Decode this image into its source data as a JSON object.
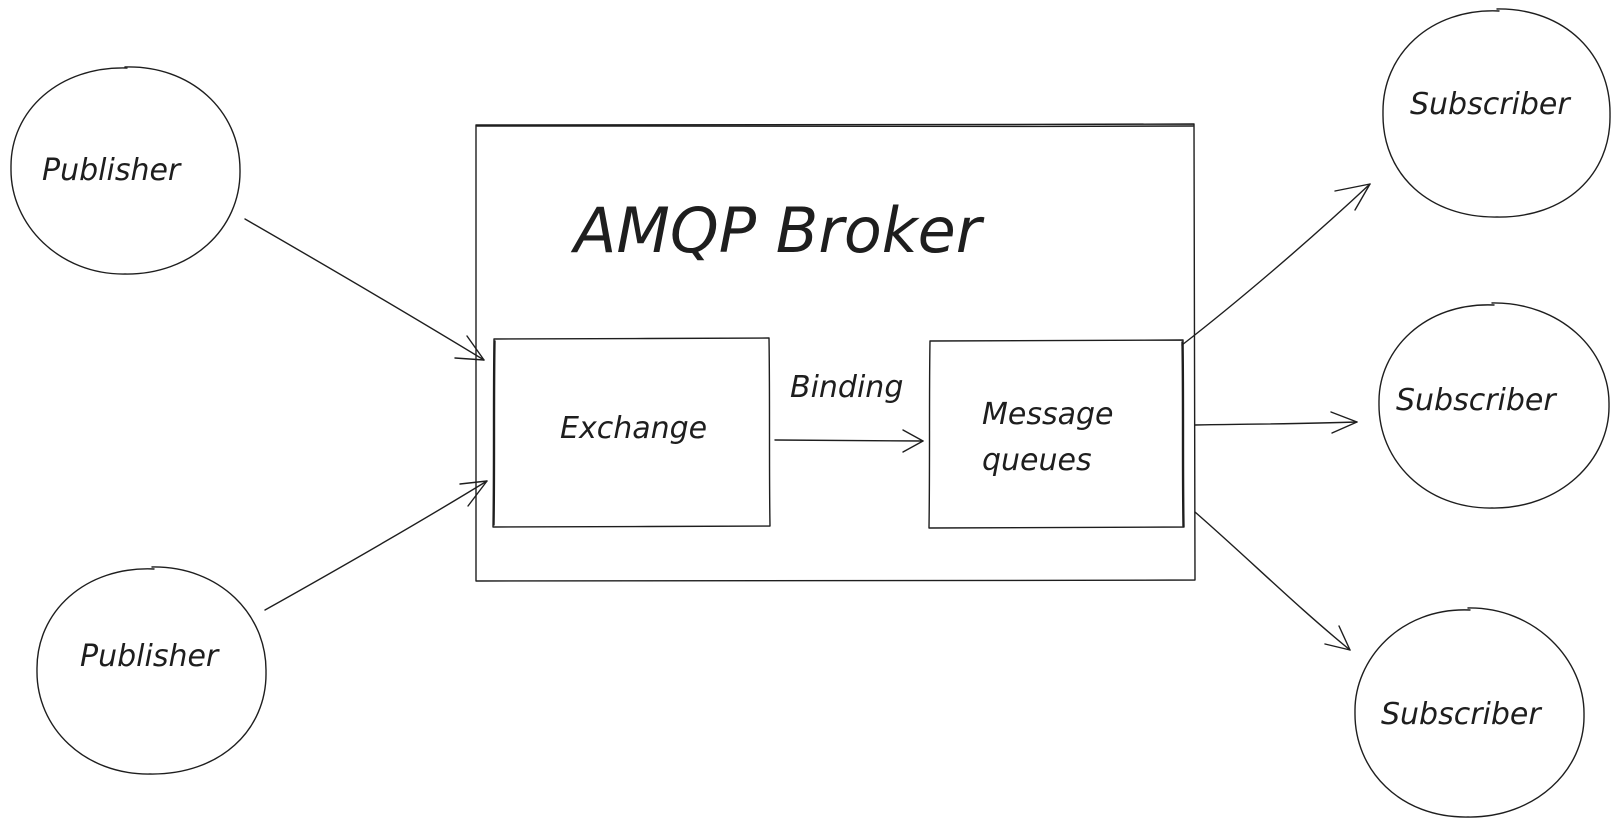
{
  "diagram": {
    "title": "AMQP Broker",
    "publishers": [
      "Publisher",
      "Publisher"
    ],
    "exchange": "Exchange",
    "binding": "Binding",
    "queues": [
      "Message",
      "queues"
    ],
    "subscribers": [
      "Subscriber",
      "Subscriber",
      "Subscriber"
    ]
  },
  "colors": {
    "stroke": "#1e1e1e",
    "background": "#ffffff"
  }
}
